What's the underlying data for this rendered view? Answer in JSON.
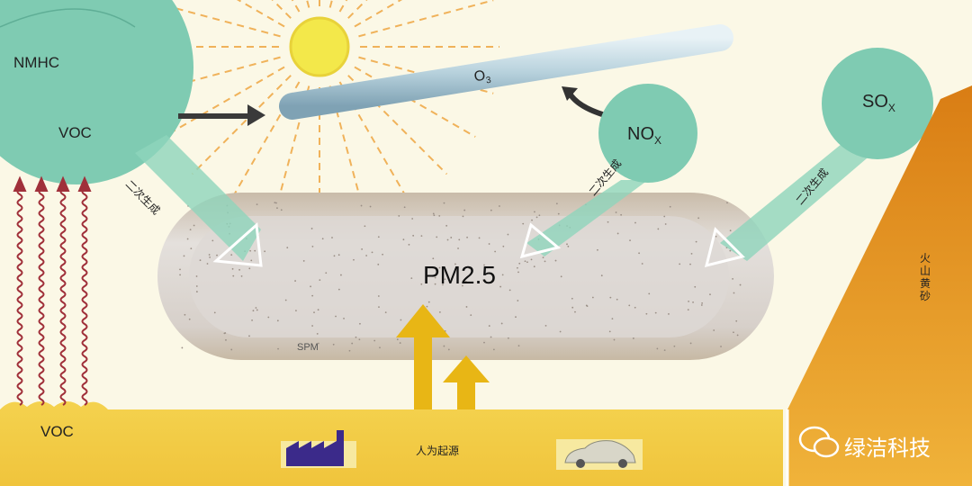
{
  "labels": {
    "nmhc": "NMHC",
    "voc_top": "VOC",
    "o3": "O",
    "o3_sub": "3",
    "nox": "NO",
    "nox_sub": "X",
    "sox": "SO",
    "sox_sub": "X",
    "pm25": "PM2.5",
    "spm": "SPM",
    "voc_ground": "VOC",
    "human_source": "人为起源",
    "secondary_1": "二次生成",
    "secondary_2": "二次生成",
    "secondary_3": "二次生成",
    "volcano_sand": "火山黄砂",
    "watermark": "绿洁科技"
  },
  "colors": {
    "green": "#7fcbb2",
    "ground": "#f2c945",
    "mountain": "#e49a22",
    "sun": "#f3e84a"
  }
}
